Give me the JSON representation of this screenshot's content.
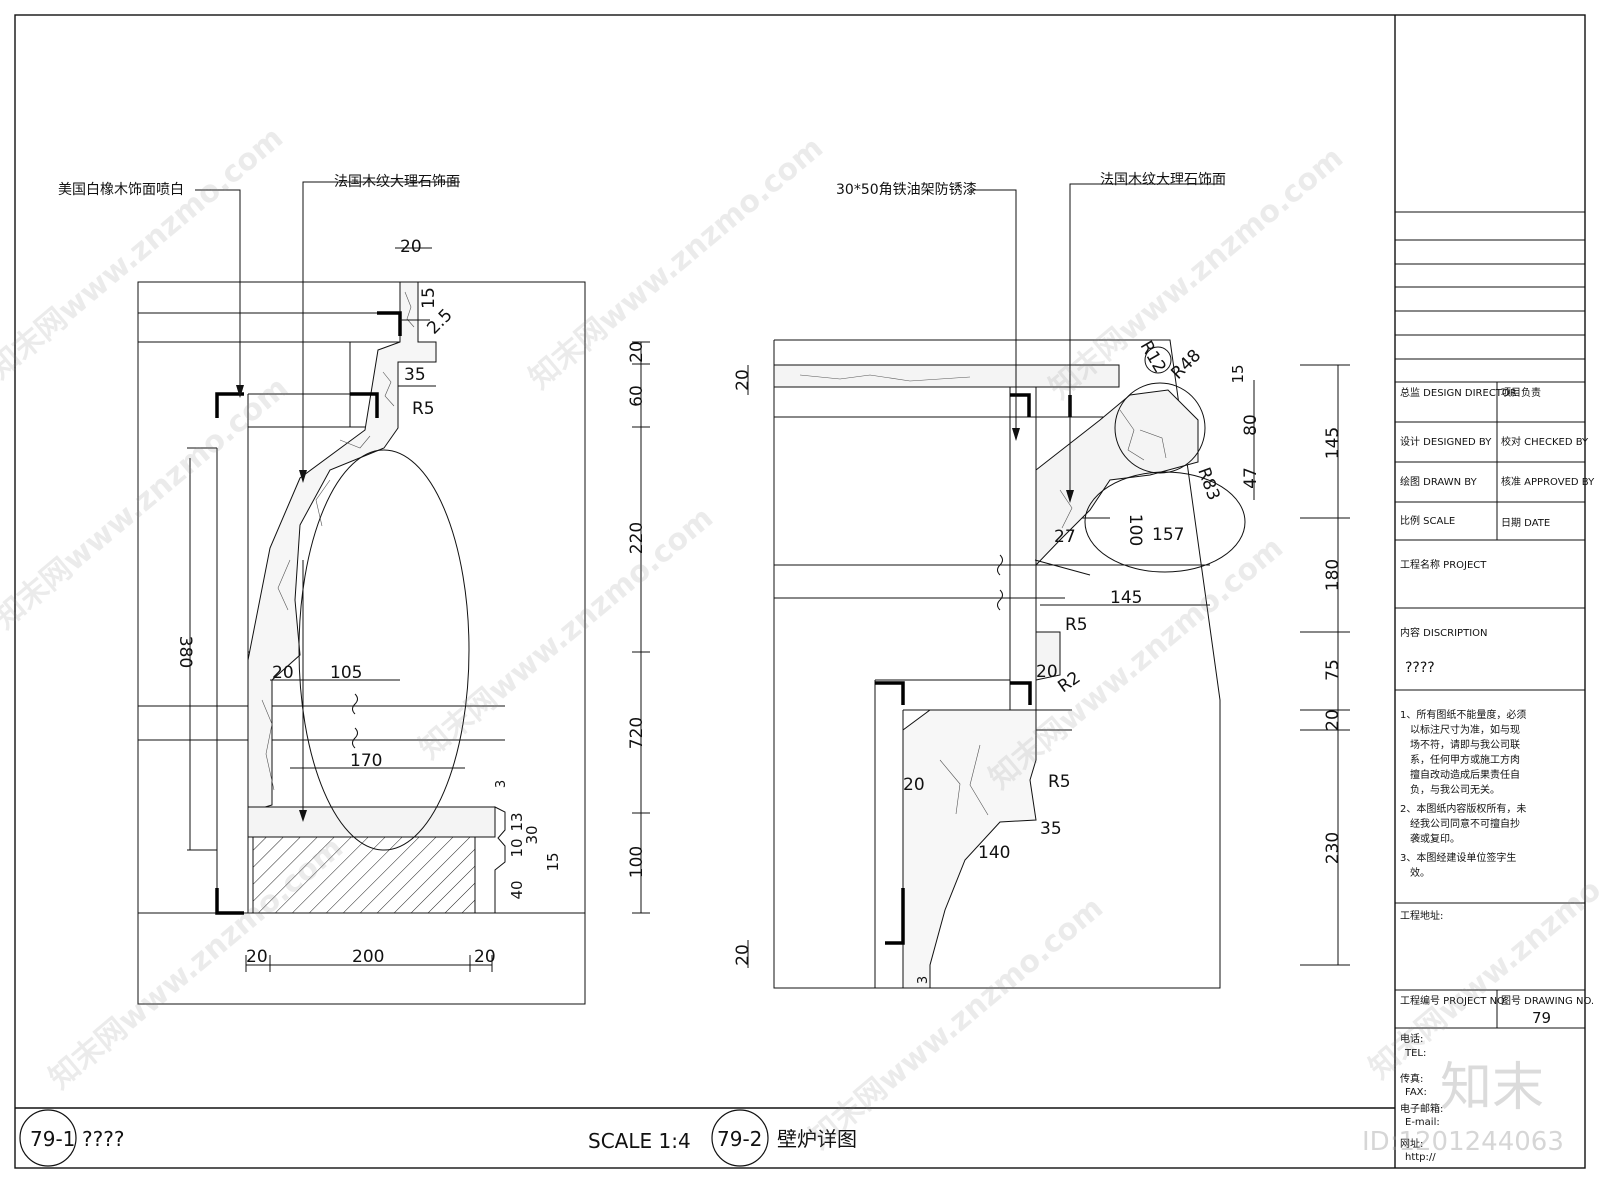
{
  "left_detail": {
    "callouts": [
      "美国白橡木饰面喷白",
      "法国木纹大理石饰面"
    ],
    "dims_vertical_right": [
      "20",
      "60",
      "220",
      "720",
      "100"
    ],
    "dim_total": "380",
    "dims_top": [
      "20",
      "15",
      "2.5",
      "35",
      "R5"
    ],
    "dims_inner": [
      "20",
      "105",
      "170"
    ],
    "dims_bottom": [
      "20",
      "200",
      "20"
    ],
    "dims_profile": [
      "3",
      "13",
      "30",
      "10",
      "15",
      "40"
    ]
  },
  "right_detail": {
    "callouts": [
      "30*50角铁油架防锈漆",
      "法国木纹大理石饰面"
    ],
    "dims_vertical_right": [
      "145",
      "180",
      "75",
      "20",
      "230"
    ],
    "dims_profile": [
      "R12",
      "R48",
      "15",
      "80",
      "47",
      "R83",
      "100",
      "157",
      "27",
      "145"
    ],
    "dims_lower": [
      "R5",
      "20",
      "R2",
      "20",
      "R5",
      "35",
      "140",
      "20",
      "3"
    ]
  },
  "bottom_bar": {
    "detail1_id": "79-1",
    "detail1_title": "????",
    "scale_text": "SCALE  1:4",
    "detail2_id": "79-2",
    "detail2_title": "壁炉详图"
  },
  "title_block": {
    "design_director": "总监 DESIGN DIRECTOR",
    "project_lead": "项目负责",
    "designed_by": "设计 DESIGNED BY",
    "checked_by": "校对 CHECKED BY",
    "drawn_by": "绘图 DRAWN BY",
    "approved_by": "核准 APPROVED BY",
    "scale": "比例 SCALE",
    "date": "日期 DATE",
    "project_name": "工程名称 PROJECT",
    "description": "内容 DISCRIPTION",
    "description_value": "????",
    "notes": [
      "1、所有图纸不能量度，必须",
      "以标注尺寸为准，如与现",
      "场不符，请即与我公司联",
      "系，任何甲方或施工方肉",
      "擅自改动造成后果责任自",
      "负，与我公司无关。",
      "2、本图纸内容版权所有，未",
      "经我公司同意不可擅自抄",
      "袭或复印。",
      "3、本图经建设单位签字生",
      "效。"
    ],
    "site_address": "工程地址:",
    "project_no": "工程编号 PROJECT NO.",
    "drawing_no_label": "图号 DRAWING NO.",
    "drawing_no": "79",
    "tel": "电话:",
    "tel_short": "TEL:",
    "fax_cn": "传真:",
    "fax": "FAX:",
    "email_cn": "电子邮箱:",
    "email": "E-mail:",
    "web_cn": "网址:",
    "web": "http://"
  },
  "watermark": {
    "text": "知末网www.znzmo.com",
    "logo": "知末",
    "id": "ID:1201244063"
  }
}
